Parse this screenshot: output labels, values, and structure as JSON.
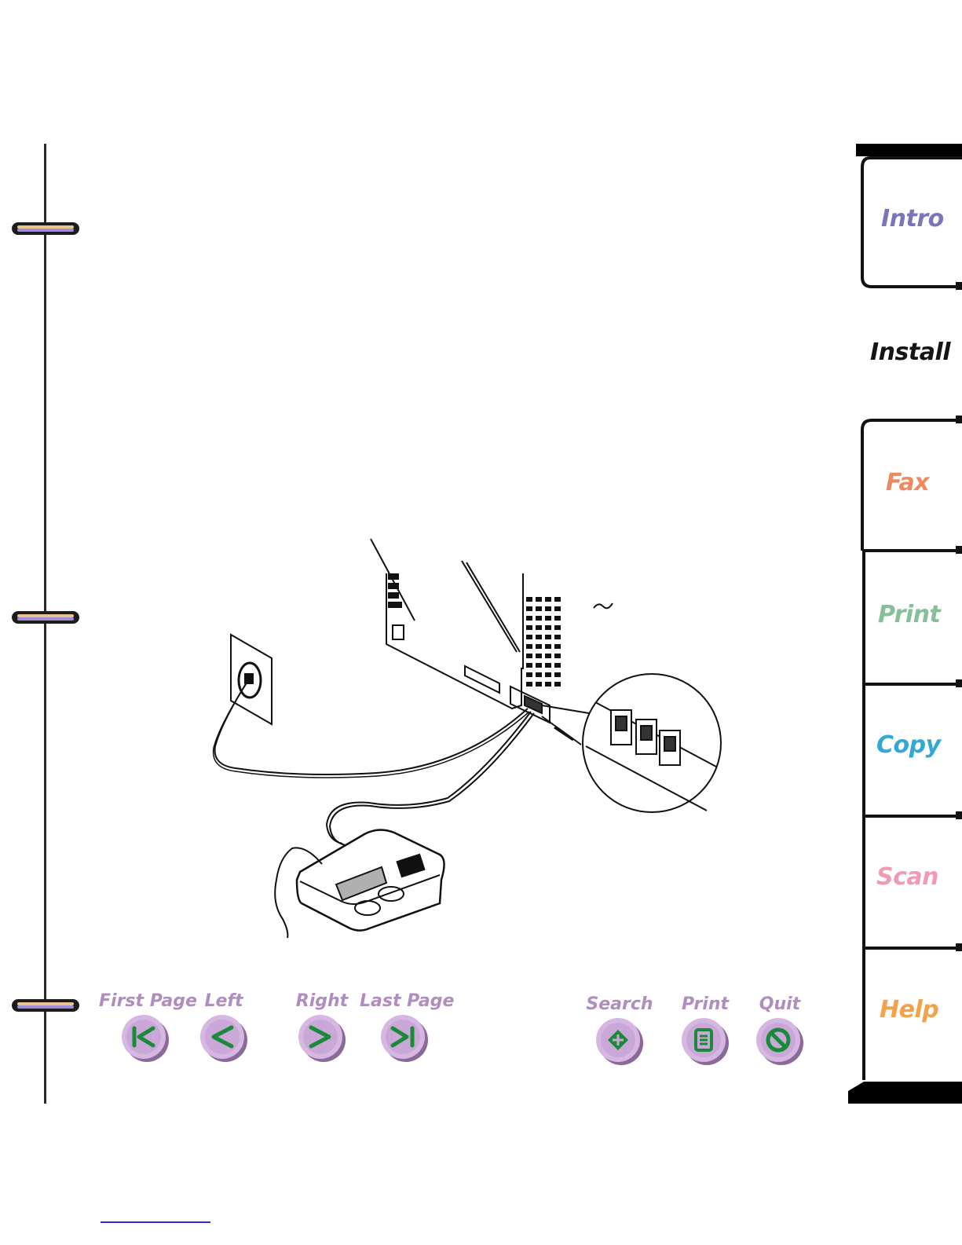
{
  "tabs": [
    {
      "label": "Intro",
      "color": "#7a74b8",
      "active": false
    },
    {
      "label": "Install",
      "color": "#151515",
      "active": true
    },
    {
      "label": "Fax",
      "color": "#ee8a62",
      "active": false
    },
    {
      "label": "Print",
      "color": "#86c098",
      "active": false
    },
    {
      "label": "Copy",
      "color": "#33a8d4",
      "active": false
    },
    {
      "label": "Scan",
      "color": "#f09ab4",
      "active": false
    },
    {
      "label": "Help",
      "color": "#f4a24a",
      "active": false
    }
  ],
  "nav": {
    "first_page": {
      "label": "First Page",
      "icon": "first-page-icon"
    },
    "left": {
      "label": "Left",
      "icon": "previous-page-icon"
    },
    "right": {
      "label": "Right",
      "icon": "next-page-icon"
    },
    "last_page": {
      "label": "Last Page",
      "icon": "last-page-icon"
    },
    "search": {
      "label": "Search",
      "icon": "search-icon"
    },
    "print": {
      "label": "Print",
      "icon": "print-icon"
    },
    "quit": {
      "label": "Quit",
      "icon": "quit-icon"
    }
  },
  "colors": {
    "nav_label": "#b08cbf",
    "button_fill": "#c9a8d8",
    "button_glyph": "#1a8a3a",
    "ring_accent": "#e8c38c"
  }
}
